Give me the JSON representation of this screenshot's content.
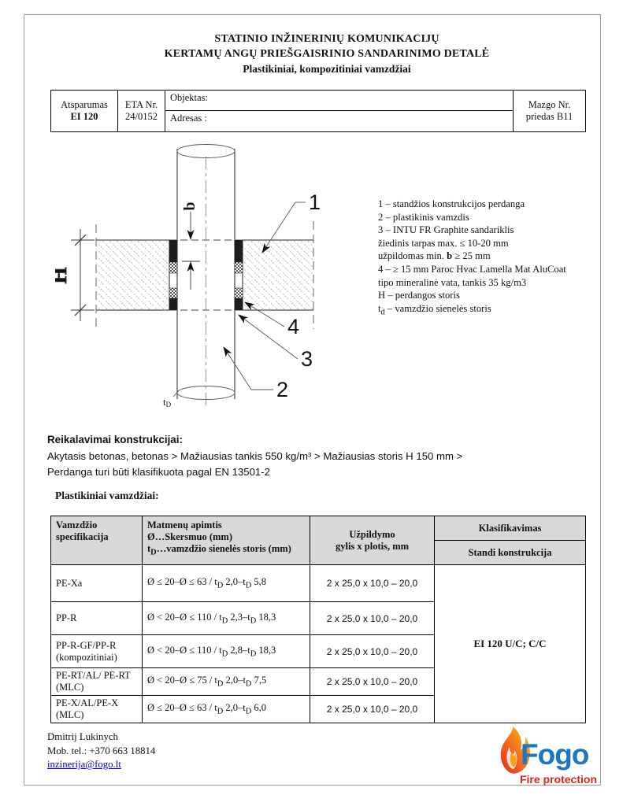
{
  "title": {
    "line1": "STATINIO INŽINERINIŲ KOMUNIKACIJŲ",
    "line2": "KERTAMŲ ANGŲ PRIEŠGAISRINIO SANDARINIMO DETALĖ",
    "line3": "Plastikiniai, kompozitiniai vamzdžiai"
  },
  "info_table": {
    "atsparumas_label": "Atsparumas",
    "atsparumas_value": "EI 120",
    "eta_label": "ETA Nr.",
    "eta_value": "24/0152",
    "objektas_label": "Objektas:",
    "adresas_label": "Adresas :",
    "mazgo_line1": "Mazgo Nr.",
    "mazgo_line2": "priedas B11"
  },
  "diagram": {
    "labels": {
      "n1": "1",
      "n2": "2",
      "n3": "3",
      "n4": "4",
      "h": "H",
      "b": "b",
      "td_base": "t",
      "td_sub": "D"
    },
    "legend": [
      "1 – standžios konstrukcijos perdanga",
      "2 – plastikinis vamzdis",
      "3 – INTU FR Graphite sandariklis",
      "žiedinis tarpas max.  ≤ 10-20 mm",
      "užpildomas min. <b>b</b> ≥ 25 mm",
      "4 – ≥ 15 mm Paroc Hvac Lamella Mat AluCoat",
      "tipo mineralinė vata, tankis 35 kg/m3",
      "H – perdangos storis",
      "t<sub>d</sub> – vamzdžio sienelės storis"
    ]
  },
  "requirements": {
    "heading": "Reikalavimai konstrukcijai:",
    "line1": "Akytasis betonas, betonas > Mažiausias tankis 550 kg/m³ > Mažiausias storis H 150 mm >",
    "line2": "Perdanga turi būti klasifikuota pagal EN 13501-2"
  },
  "pipes": {
    "heading": "Plastikiniai vamzdžiai:",
    "table": {
      "col1_header": "Vamzdžio specifikacija",
      "col2_header_html": "Matmenų apimtis<br>Ø…Skersmuo (mm)<br>t<sub>D</sub>…vamzdžio sienelės storis (mm)",
      "col3_header_html": "Užpildymo<br>gylis x plotis, mm",
      "col4_header_top": "Klasifikavimas",
      "col4_header_bottom": "Standi konstrukcija",
      "classification": "EI 120 U/C; C/C",
      "rows": [
        {
          "spec": "PE-Xa",
          "dims_html": "Ø ≤ 20–Ø ≤ 63 / t<sub>D</sub> 2,0–t<sub>D</sub> 5,8",
          "fill": "2 x 25,0 x 10,0 – 20,0"
        },
        {
          "spec": "PP-R",
          "dims_html": "Ø < 20–Ø ≤ 110 / t<sub>D</sub> 2,3–t<sub>D</sub> 18,3",
          "fill": "2 x 25,0 x 10,0 – 20,0"
        },
        {
          "spec": "PP-R-GF/PP-R (kompozitiniai)",
          "dims_html": "Ø < 20–Ø ≤ 110 / t<sub>D</sub> 2,8–t<sub>D</sub> 18,3",
          "fill": "2 x 25,0 x 10,0 – 20,0"
        },
        {
          "spec": "PE-RT/AL/ PE-RT (MLC)",
          "dims_html": "Ø < 20–Ø ≤ 75 / t<sub>D</sub> 2,0–t<sub>D</sub> 7,5",
          "fill": "2 x 25,0 x 10,0 – 20,0"
        },
        {
          "spec": "PE-X/AL/PE-X (MLC)",
          "dims_html": "Ø ≤ 20–Ø ≤ 63 / t<sub>D</sub> 2,0–t<sub>D</sub> 6,0",
          "fill": "2 x 25,0 x 10,0 – 20,0"
        }
      ]
    }
  },
  "footer": {
    "name": "Dmitrij Lukinych",
    "phone": "Mob. tel.: +370 663 18814",
    "email": "inzinerija@fogo.lt",
    "logo": {
      "brand": "Fogo",
      "tagline": "Fire protection",
      "blue": "#1b78c0",
      "red": "#d9261c"
    }
  }
}
